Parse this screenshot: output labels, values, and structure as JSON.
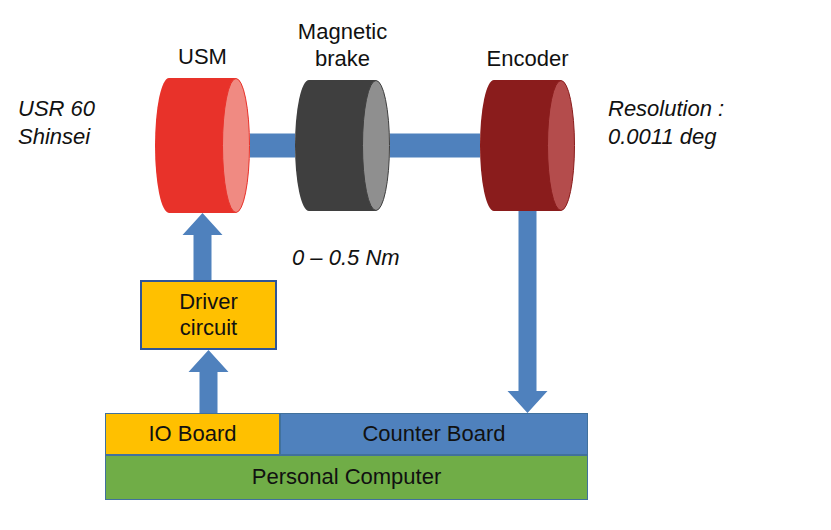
{
  "diagram": {
    "nodes": [
      {
        "text": [
          "USM"
        ]
      },
      {
        "text": [
          "Magnetic brake"
        ]
      },
      {
        "text": [
          "Encoder"
        ]
      },
      {
        "text": [
          "Driver circuit"
        ]
      },
      {
        "text": [
          "IO Board"
        ]
      },
      {
        "text": [
          "Counter Board"
        ]
      },
      {
        "text": [
          "Personal Computer"
        ]
      }
    ],
    "edges": [
      {
        "from": 0,
        "to": 1,
        "arrow": "none"
      },
      {
        "from": 1,
        "to": 2,
        "arrow": "none"
      },
      {
        "from": 3,
        "to": 0,
        "arrow": "to"
      },
      {
        "from": 4,
        "to": 3,
        "arrow": "to"
      },
      {
        "from": 2,
        "to": 5,
        "arrow": "to"
      }
    ],
    "labels": [
      "USR 60 Shinsei",
      "0 – 0.5 Nm",
      "Resolution : 0.0011 deg"
    ]
  }
}
